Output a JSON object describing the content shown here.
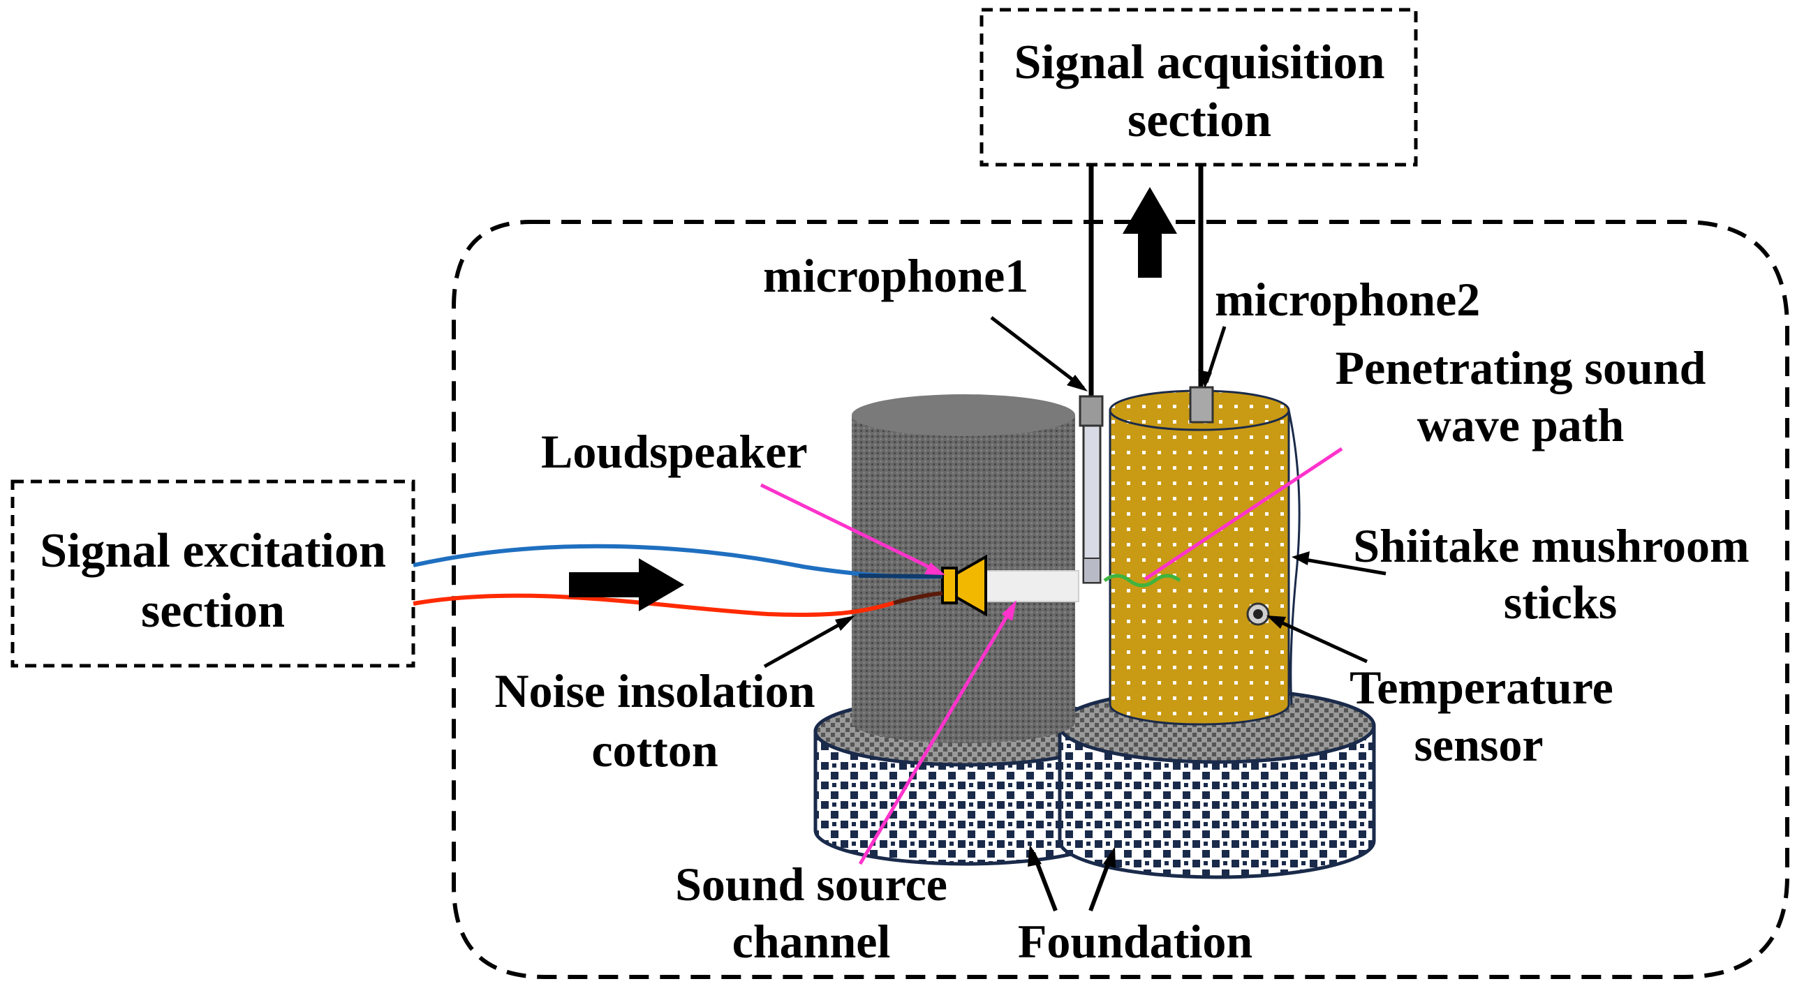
{
  "boxes": {
    "acquisition": {
      "line1": "Signal acquisition",
      "line2": "section"
    },
    "excitation": {
      "line1": "Signal excitation",
      "line2": "section"
    }
  },
  "labels": {
    "microphone1": "microphone1",
    "microphone2": "microphone2",
    "loudspeaker": "Loudspeaker",
    "penetrating_line1": "Penetrating sound",
    "penetrating_line2": "wave path",
    "shiitake_line1": "Shiitake mushroom",
    "shiitake_line2": "sticks",
    "temperature_line1": "Temperature",
    "temperature_line2": "sensor",
    "noise_line1": "Noise insolation",
    "noise_line2": "cotton",
    "sound_source_line1": "Sound source",
    "sound_source_line2": "channel",
    "foundation": "Foundation"
  },
  "colors": {
    "wire_top": "#1f6fc0",
    "wire_bottom": "#ff2a00",
    "wire_dark": "#5a1a0a",
    "pointer_magenta": "#ff33cc",
    "mushroom_fill": "#c99a14",
    "cotton_fill": "#5e5e5e",
    "speaker_fill": "#f2b800",
    "wave_path": "#3fb43f",
    "foundation_fill": "#1a2a4a"
  },
  "icons": {
    "flow_right": "arrow-right-icon",
    "flow_up": "arrow-up-icon"
  }
}
